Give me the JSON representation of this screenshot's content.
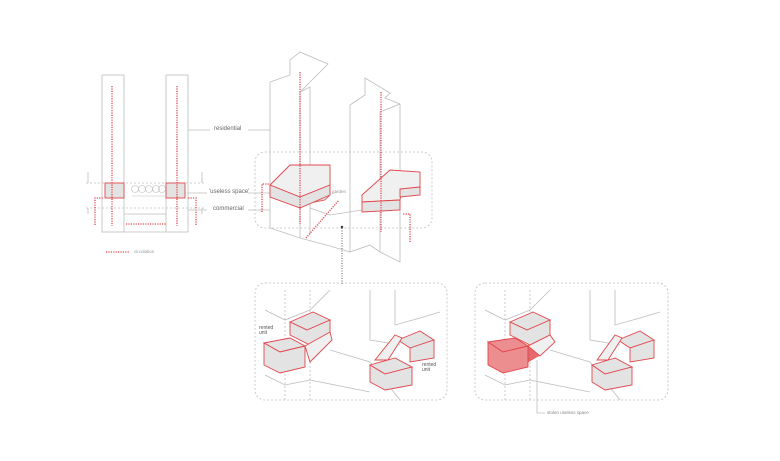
{
  "labels": {
    "residential": "residential",
    "useless_space": "'useless space'",
    "commercial": "commercial",
    "garden": "garden",
    "rented_unit_1": "rented unit",
    "rented_unit_2": "rented unit",
    "stolen_useless_space": "stolen useless space"
  },
  "legend": {
    "circulation": "circulation"
  },
  "colors": {
    "accent": "#e0474c",
    "line": "#bdbdbd",
    "fill": "#e3e3e3",
    "highlight": "#ec8d8f"
  }
}
